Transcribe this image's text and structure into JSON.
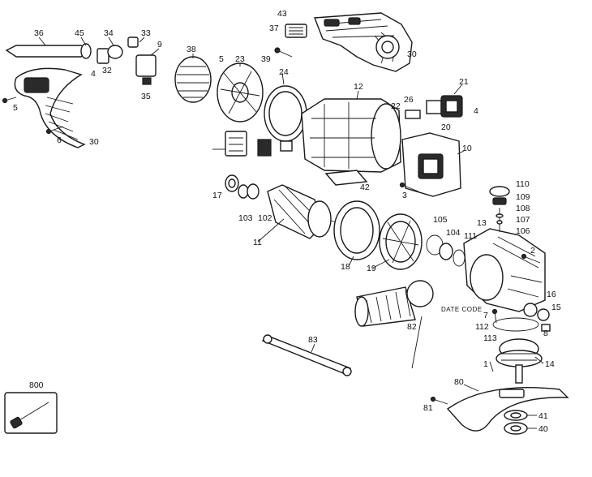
{
  "diagram": {
    "part_labels": {
      "p43": "43",
      "p37": "37",
      "p39": "39",
      "p30top": "30",
      "p36": "36",
      "p45": "45",
      "p34": "34",
      "p33": "33",
      "p9": "9",
      "p4a": "4",
      "p32": "32",
      "p35": "35",
      "p38": "38",
      "p5a": "5",
      "p23": "23",
      "p24": "24",
      "p12": "12",
      "p22": "22",
      "p26": "26",
      "p21": "21",
      "p4b": "4",
      "p20": "20",
      "p5b": "5",
      "p6": "6",
      "p30left": "30",
      "p10": "10",
      "p42": "42",
      "p3": "3",
      "p17": "17",
      "p103": "103",
      "p102": "102",
      "p11": "11",
      "p18": "18",
      "p19": "19",
      "p105": "105",
      "p104": "104",
      "p111": "111",
      "p13": "13",
      "p110": "110",
      "p109": "109",
      "p108": "108",
      "p107": "107",
      "p106": "106",
      "p2": "2",
      "p16": "16",
      "p15": "15",
      "p7": "7",
      "p112": "112",
      "p113": "113",
      "p8": "8",
      "p82": "82",
      "p83": "83",
      "p1": "1",
      "p14": "14",
      "p80": "80",
      "p81": "81",
      "p41": "41",
      "p40": "40",
      "p800": "800"
    },
    "date_code_label": "DATE CODE"
  }
}
